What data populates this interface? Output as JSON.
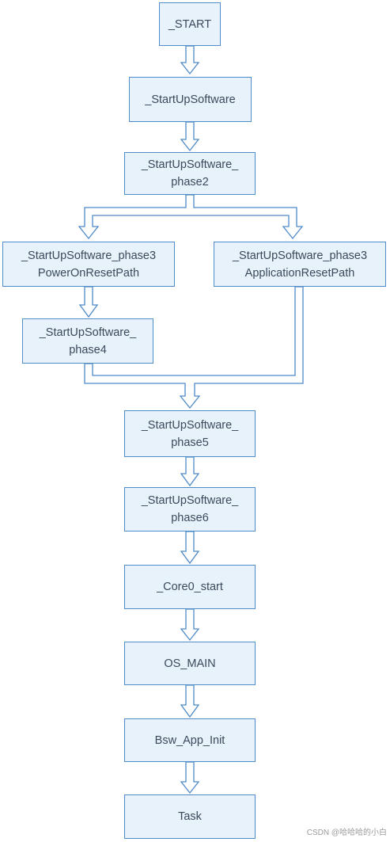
{
  "colors": {
    "box_fill": "#e8f2fa",
    "box_border": "#4f8ac9",
    "arrow": "#4f8ac9",
    "text": "#3a4a5c"
  },
  "nodes": {
    "start": {
      "line1": "_START"
    },
    "startup": {
      "line1": "_StartUpSoftware"
    },
    "phase2": {
      "line1": "_StartUpSoftware_",
      "line2": "phase2"
    },
    "phase3_por": {
      "line1": "_StartUpSoftware_phase3",
      "line2": "PowerOnResetPath"
    },
    "phase3_app": {
      "line1": "_StartUpSoftware_phase3",
      "line2": "ApplicationResetPath"
    },
    "phase4": {
      "line1": "_StartUpSoftware_",
      "line2": "phase4"
    },
    "phase5": {
      "line1": "_StartUpSoftware_",
      "line2": "phase5"
    },
    "phase6": {
      "line1": "_StartUpSoftware_",
      "line2": "phase6"
    },
    "core0": {
      "line1": "_Core0_start"
    },
    "os_main": {
      "line1": "OS_MAIN"
    },
    "bsw": {
      "line1": "Bsw_App_Init"
    },
    "task": {
      "line1": "Task"
    }
  },
  "watermark": "CSDN @哈哈哈的小白"
}
